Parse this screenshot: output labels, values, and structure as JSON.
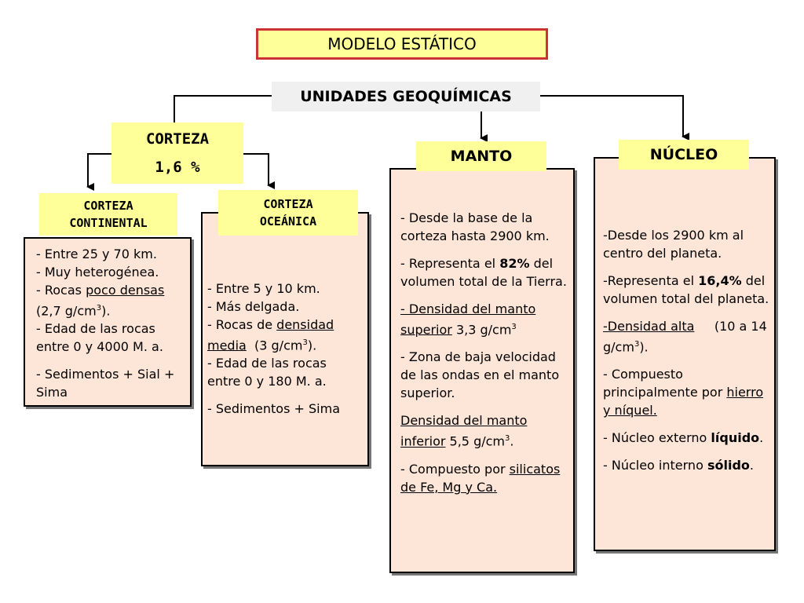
{
  "title": "MODELO ESTÁTICO",
  "units_title": "UNIDADES GEOQUÍMICAS",
  "corteza": {
    "label": "CORTEZA",
    "percent": "1,6 %"
  },
  "corteza_continental": {
    "label_line1": "CORTEZA",
    "label_line2": "CONTINENTAL",
    "lines": [
      "- Entre 25 y 70 km.",
      "- Muy heterogénea.",
      "- Rocas ",
      "poco densas",
      "(2,7 g/cm",
      "3",
      ").",
      "- Edad de las rocas",
      "entre 0 y 4000 M. a.",
      "- Sedimentos + Sial +",
      "Sima"
    ]
  },
  "corteza_oceanica": {
    "label_line1": "CORTEZA",
    "label_line2": "OCEÁNICA",
    "lines": [
      "- Entre 5 y 10 km.",
      "- Más delgada.",
      "- Rocas de ",
      "densidad",
      "media",
      "  (3 g/cm",
      "3",
      ").",
      "- Edad de las rocas",
      "entre 0 y 180 M. a.",
      "- Sedimentos + Sima"
    ]
  },
  "manto": {
    "label": "MANTO",
    "p1": "- Desde la base de la corteza hasta 2900 km.",
    "p2_a": "- Representa el ",
    "p2_b": "82%",
    "p2_c": " del volumen total de la Tierra.",
    "p3_a": "- Densidad del manto superior",
    "p3_b": " 3,3 g/cm",
    "p3_sup": "3",
    "p4": "- Zona de baja velocidad de las ondas en el manto superior.",
    "p5_a": "Densidad del manto inferior",
    "p5_b": " 5,5 g/cm",
    "p5_sup": "3",
    "p5_c": ".",
    "p6_a": "- Compuesto por ",
    "p6_b": "silicatos de Fe, Mg y Ca."
  },
  "nucleo": {
    "label": "NÚCLEO",
    "p1": "-Desde los 2900 km al centro del planeta.",
    "p2_a": "-Representa el ",
    "p2_b": "16,4%",
    "p2_c": " del volumen total del planeta.",
    "p3_a": "-Densidad alta",
    "p3_b": "     (10 a 14 g/cm",
    "p3_sup": "3",
    "p3_c": ").",
    "p4_a": "- Compuesto principalmente por ",
    "p4_b": "hierro y níquel.",
    "p5_a": "- Núcleo externo ",
    "p5_b": "líquido",
    "p5_c": ".",
    "p6_a": "- Núcleo interno ",
    "p6_b": "sólido",
    "p6_c": "."
  },
  "colors": {
    "label_bg": "#ffff99",
    "panel_bg": "#fde5d8",
    "title_border": "#cc3333"
  }
}
